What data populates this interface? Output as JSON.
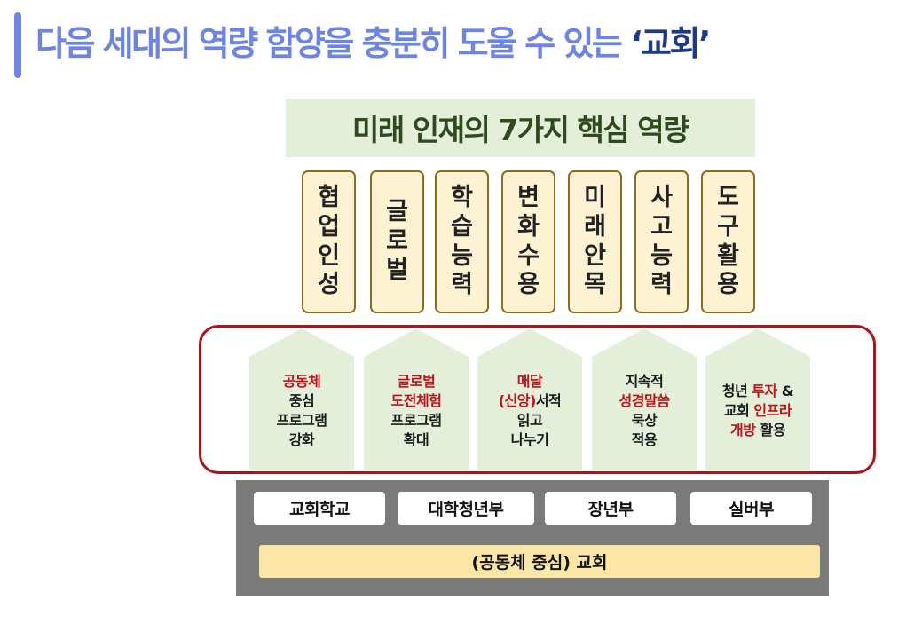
{
  "title": {
    "main": "다음 세대의 역량 함양을 충분히 도울 수 있는 ",
    "highlight": "‘교회’"
  },
  "heading": "미래 인재의 7가지 핵심 역량",
  "competencies": [
    "협업인성",
    "글로벌",
    "학습능력",
    "변화수용",
    "미래안목",
    "사고능력",
    "도구활용"
  ],
  "programs": [
    {
      "lines": [
        {
          "red": "공동체",
          "black": ""
        },
        {
          "red": "",
          "black": "중심"
        },
        {
          "red": "",
          "black": "프로그램"
        },
        {
          "red": "",
          "black": "강화"
        }
      ]
    },
    {
      "lines": [
        {
          "red": "글로벌",
          "black": ""
        },
        {
          "red": "도전체험",
          "black": ""
        },
        {
          "red": "",
          "black": "프로그램"
        },
        {
          "red": "",
          "black": "확대"
        }
      ]
    },
    {
      "lines": [
        {
          "red": "매달",
          "black": ""
        },
        {
          "red": "(신앙)",
          "black": "서적"
        },
        {
          "red": "",
          "black": "읽고"
        },
        {
          "red": "",
          "black": "나누기"
        }
      ]
    },
    {
      "lines": [
        {
          "red": "",
          "black": "지속적"
        },
        {
          "red": "성경말씀",
          "black": ""
        },
        {
          "red": "",
          "black": "묵상"
        },
        {
          "red": "",
          "black": "적용"
        }
      ]
    },
    {
      "lines": [
        {
          "pre": "청년 ",
          "red": "투자",
          "black": " &"
        },
        {
          "pre": "교회 ",
          "red": "인프라",
          "black": ""
        },
        {
          "pre": "",
          "red": "개방",
          "black": " 활용"
        }
      ]
    }
  ],
  "departments": [
    "교회학교",
    "대학청년부",
    "장년부",
    "실버부"
  ],
  "foundation": "(공동체 중심) 교회",
  "colors": {
    "title": "#6b84e6",
    "title_highlight": "#1d3a8a",
    "accent_red": "#c0101a",
    "green_box": "#e3efd9",
    "yellow_box": "#fdf3d2",
    "base_gray": "#7a7a7a"
  }
}
